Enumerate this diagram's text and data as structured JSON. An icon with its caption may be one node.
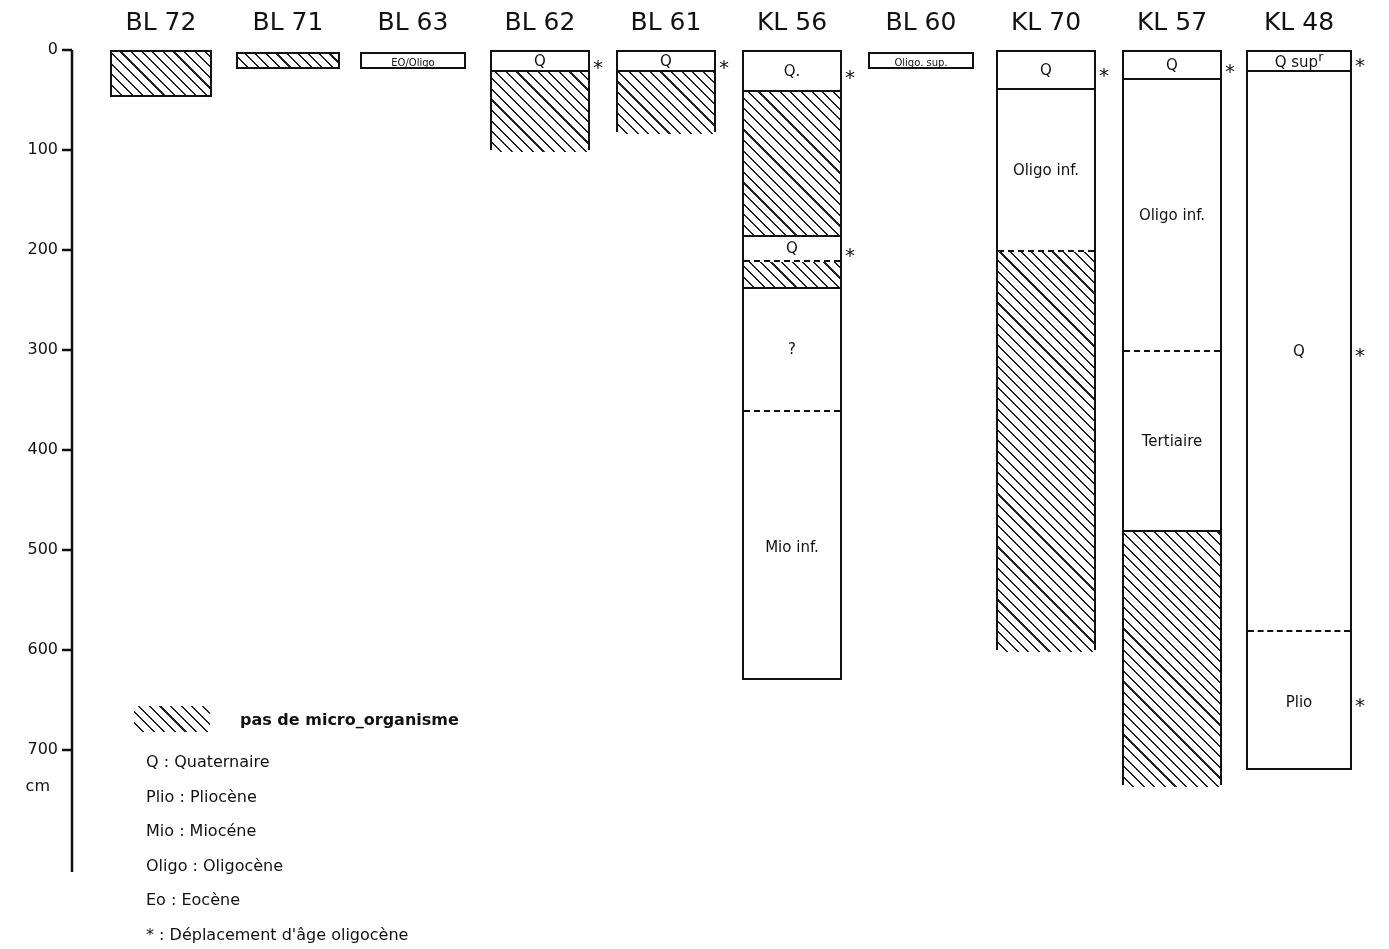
{
  "diagram": {
    "nodes": [
      {
        "text": [
          "BL 72"
        ]
      },
      {
        "text": [
          "BL 71"
        ]
      },
      {
        "text": [
          "BL 63"
        ]
      },
      {
        "text": [
          "EO/Oligo"
        ],
        "in": 2
      },
      {
        "text": [
          "BL 62"
        ]
      },
      {
        "text": [
          "Q"
        ],
        "in": 4,
        "beside": [
          "*"
        ]
      },
      {
        "text": [],
        "shape": "box",
        "in": 4
      },
      {
        "text": [
          "BL 61"
        ]
      },
      {
        "text": [
          "Q"
        ],
        "in": 7,
        "beside": [
          "*"
        ]
      },
      {
        "text": [],
        "shape": "box",
        "in": 7
      },
      {
        "text": [
          "KL 56"
        ]
      },
      {
        "text": [
          "Q."
        ],
        "in": 10,
        "beside": [
          "*"
        ]
      },
      {
        "text": [],
        "shape": "box",
        "in": 10
      },
      {
        "text": [
          "Q"
        ],
        "in": 10,
        "beside": [
          "*"
        ]
      },
      {
        "text": [],
        "shape": "box",
        "in": 10
      },
      {
        "text": [
          "?"
        ],
        "in": 10
      },
      {
        "text": [
          "Mio inf."
        ],
        "in": 10
      },
      {
        "text": [
          "BL 60"
        ]
      },
      {
        "text": [
          "Oligo. sup."
        ],
        "in": 17
      },
      {
        "text": [
          "KL 70"
        ]
      },
      {
        "text": [
          "Q"
        ],
        "in": 19,
        "beside": [
          "*"
        ]
      },
      {
        "text": [
          "Oligo inf."
        ],
        "in": 19
      },
      {
        "text": [],
        "shape": "box",
        "in": 19
      },
      {
        "text": [
          "KL 57"
        ]
      },
      {
        "text": [
          "Q"
        ],
        "in": 23,
        "beside": [
          "*"
        ]
      },
      {
        "text": [
          "Oligo inf."
        ],
        "in": 23
      },
      {
        "text": [
          "Tertiaire"
        ],
        "in": 23
      },
      {
        "text": [],
        "shape": "box",
        "in": 23
      },
      {
        "text": [
          "KL 48"
        ]
      },
      {
        "text": [
          "Q sup$^{r}$"
        ],
        "in": 28,
        "beside": [
          "*"
        ]
      },
      {
        "text": [
          "Q"
        ],
        "in": 28,
        "beside": [
          "*"
        ]
      },
      {
        "text": [
          "Plio"
        ],
        "in": 28,
        "beside": [
          "*"
        ]
      }
    ],
    "labels": [
      "0",
      "100",
      "200",
      "300",
      "400",
      "500",
      "600",
      "700",
      "cm",
      "Q : Quaternaire",
      "Plio : Pliocène",
      "Mio : Miocéne",
      "Oligo : Oligocène",
      "Eo : Eocène",
      "* : Déplacement d'âge oligocène"
    ],
    "legend": [
      {
        "text": "pas de micro_organisme"
      }
    ]
  }
}
